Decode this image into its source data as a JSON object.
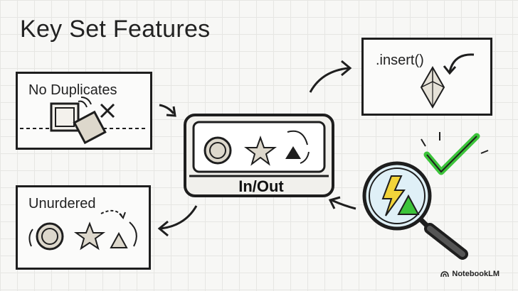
{
  "title": "Key Set Features",
  "boxes": {
    "no_duplicates": "No Duplicates",
    "insert": ".insert()",
    "unordered": "Unurdered",
    "tray": "In/Out"
  },
  "brand": "NotebookLM",
  "colors": {
    "stroke": "#1e1e1e",
    "shape_fill": "#ddd8cc",
    "check_green": "#3cc43a",
    "bolt_yellow": "#f2d43a",
    "lens_tint": "#dff0f7"
  },
  "icons": [
    "cross-icon",
    "diamond-icon",
    "magnifier-icon",
    "check-icon",
    "lightning-icon",
    "triangle-icon",
    "circle-icon",
    "star-icon",
    "arrow-icon"
  ]
}
